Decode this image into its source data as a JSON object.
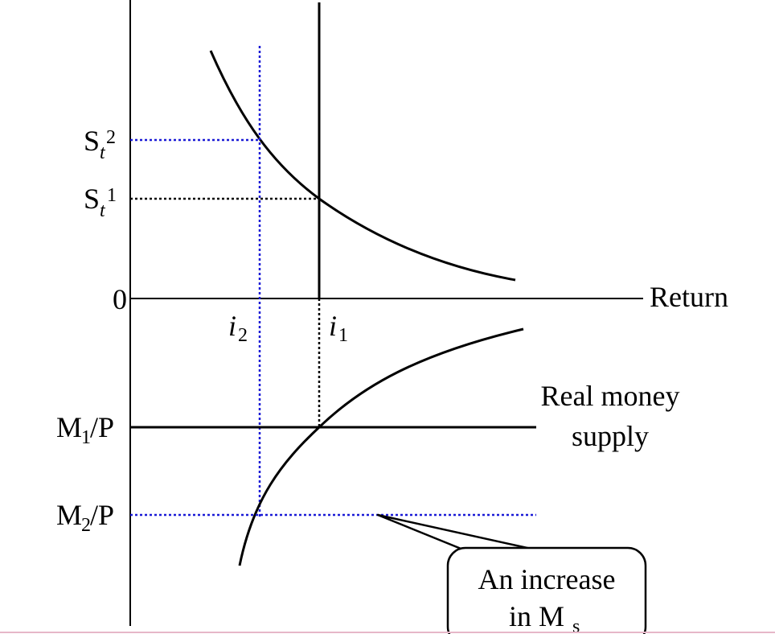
{
  "axes": {
    "origin_label": "0",
    "x_axis_label": "Return"
  },
  "exchange_rate_labels": {
    "s2": {
      "base": "S",
      "sub": "t",
      "sup": "2"
    },
    "s1": {
      "base": "S",
      "sub": "t",
      "sup": "1"
    }
  },
  "return_labels": {
    "i2": {
      "base": "i",
      "sub": "2"
    },
    "i1": {
      "base": "i",
      "sub": "1"
    }
  },
  "money_labels": {
    "m1": {
      "base": "M",
      "sub": "1",
      "rest": "/P"
    },
    "m2": {
      "base": "M",
      "sub": "2",
      "rest": "/P"
    }
  },
  "real_money_supply_label": {
    "line1": "Real money",
    "line2": "supply"
  },
  "callout": {
    "line1": "An increase",
    "line2_base": "in M",
    "line2_sub": "s"
  },
  "colors": {
    "initial_equilibrium": "#000000",
    "new_equilibrium": "#1a1ad6"
  }
}
